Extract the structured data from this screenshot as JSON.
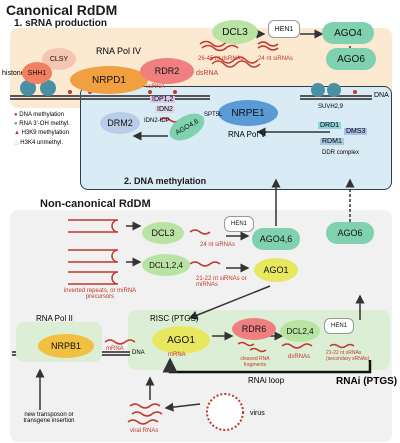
{
  "canonical": {
    "title": "Canonical RdDM",
    "section1": "1. sRNA production",
    "section2": "2. DNA methylation",
    "histones": "histones",
    "dna": "DNA",
    "rna_pol_iv": "RNA Pol IV",
    "rna_pol_v": "RNA Pol V",
    "nrpd1": "NRPD1",
    "rdr2": "RDR2",
    "clsy": "CLSY",
    "shh1": "SHH1",
    "dcl3": "DCL3",
    "hen1": "HEN1",
    "ago4": "AGO4",
    "ago6": "AGO6",
    "dsrna": "dsRNA",
    "ssrna": "ssRNA",
    "srna_24_26": "26-45 nt dsRNAs",
    "srna_24": "24 nt siRNAs",
    "drm2": "DRM2",
    "idp": "IDP1,2",
    "idn2": "IDN2",
    "idn2_idp": "IDN2-IDP",
    "ago46": "AGO4,6",
    "nrpe1": "NRPE1",
    "spt5l": "SPT5L",
    "suvh": "SUVH2,9",
    "drd1": "DRD1",
    "dms3": "DMS3",
    "rdm1": "RDM1",
    "ddr": "DDR complex"
  },
  "legend": [
    {
      "label": "DNA methylation",
      "color": "#c0392b"
    },
    {
      "label": "RNA 3'-OH methyl.",
      "color": "#7f8c8d"
    },
    {
      "label": "H3K9 methylation",
      "color": "#c0392b"
    },
    {
      "label": "H3K4 unmethyl.",
      "color": "#bdc3c7"
    }
  ],
  "noncanonical": {
    "title": "Non-canonical RdDM",
    "inverted": "inverted repeats, or miRNA precursors",
    "dcl3": "DCL3",
    "hen1": "HEN1",
    "dcl124": "DCL1,2,4",
    "nt24": "24 nt siRNAs",
    "nt2122": "21-22 nt siRNAs or miRNAs",
    "ago46": "AGO4,6",
    "ago1": "AGO1",
    "ago6": "AGO6",
    "rna_pol_ii": "RNA Pol II",
    "nrpb1": "NRPB1",
    "mrna": "mRNA",
    "dna": "DNA",
    "risc": "RISC (PTGS)",
    "ago1_risc": "AGO1",
    "risc_mrna": "mRNA",
    "rdr6": "RDR6",
    "cleaved": "cleaved RNA fragments",
    "dcl24": "DCL2,4",
    "dsrnas": "dsRNAs",
    "hen1b": "HEN1",
    "secondary": "21-22 nt sRNAs (secondary sRNAs)",
    "rnai_loop": "RNAi loop",
    "rnai_ptgs": "RNAi (PTGS)",
    "transposon": "new transposon or transgene insertion",
    "viral": "viral RNAs",
    "virus": "virus"
  }
}
